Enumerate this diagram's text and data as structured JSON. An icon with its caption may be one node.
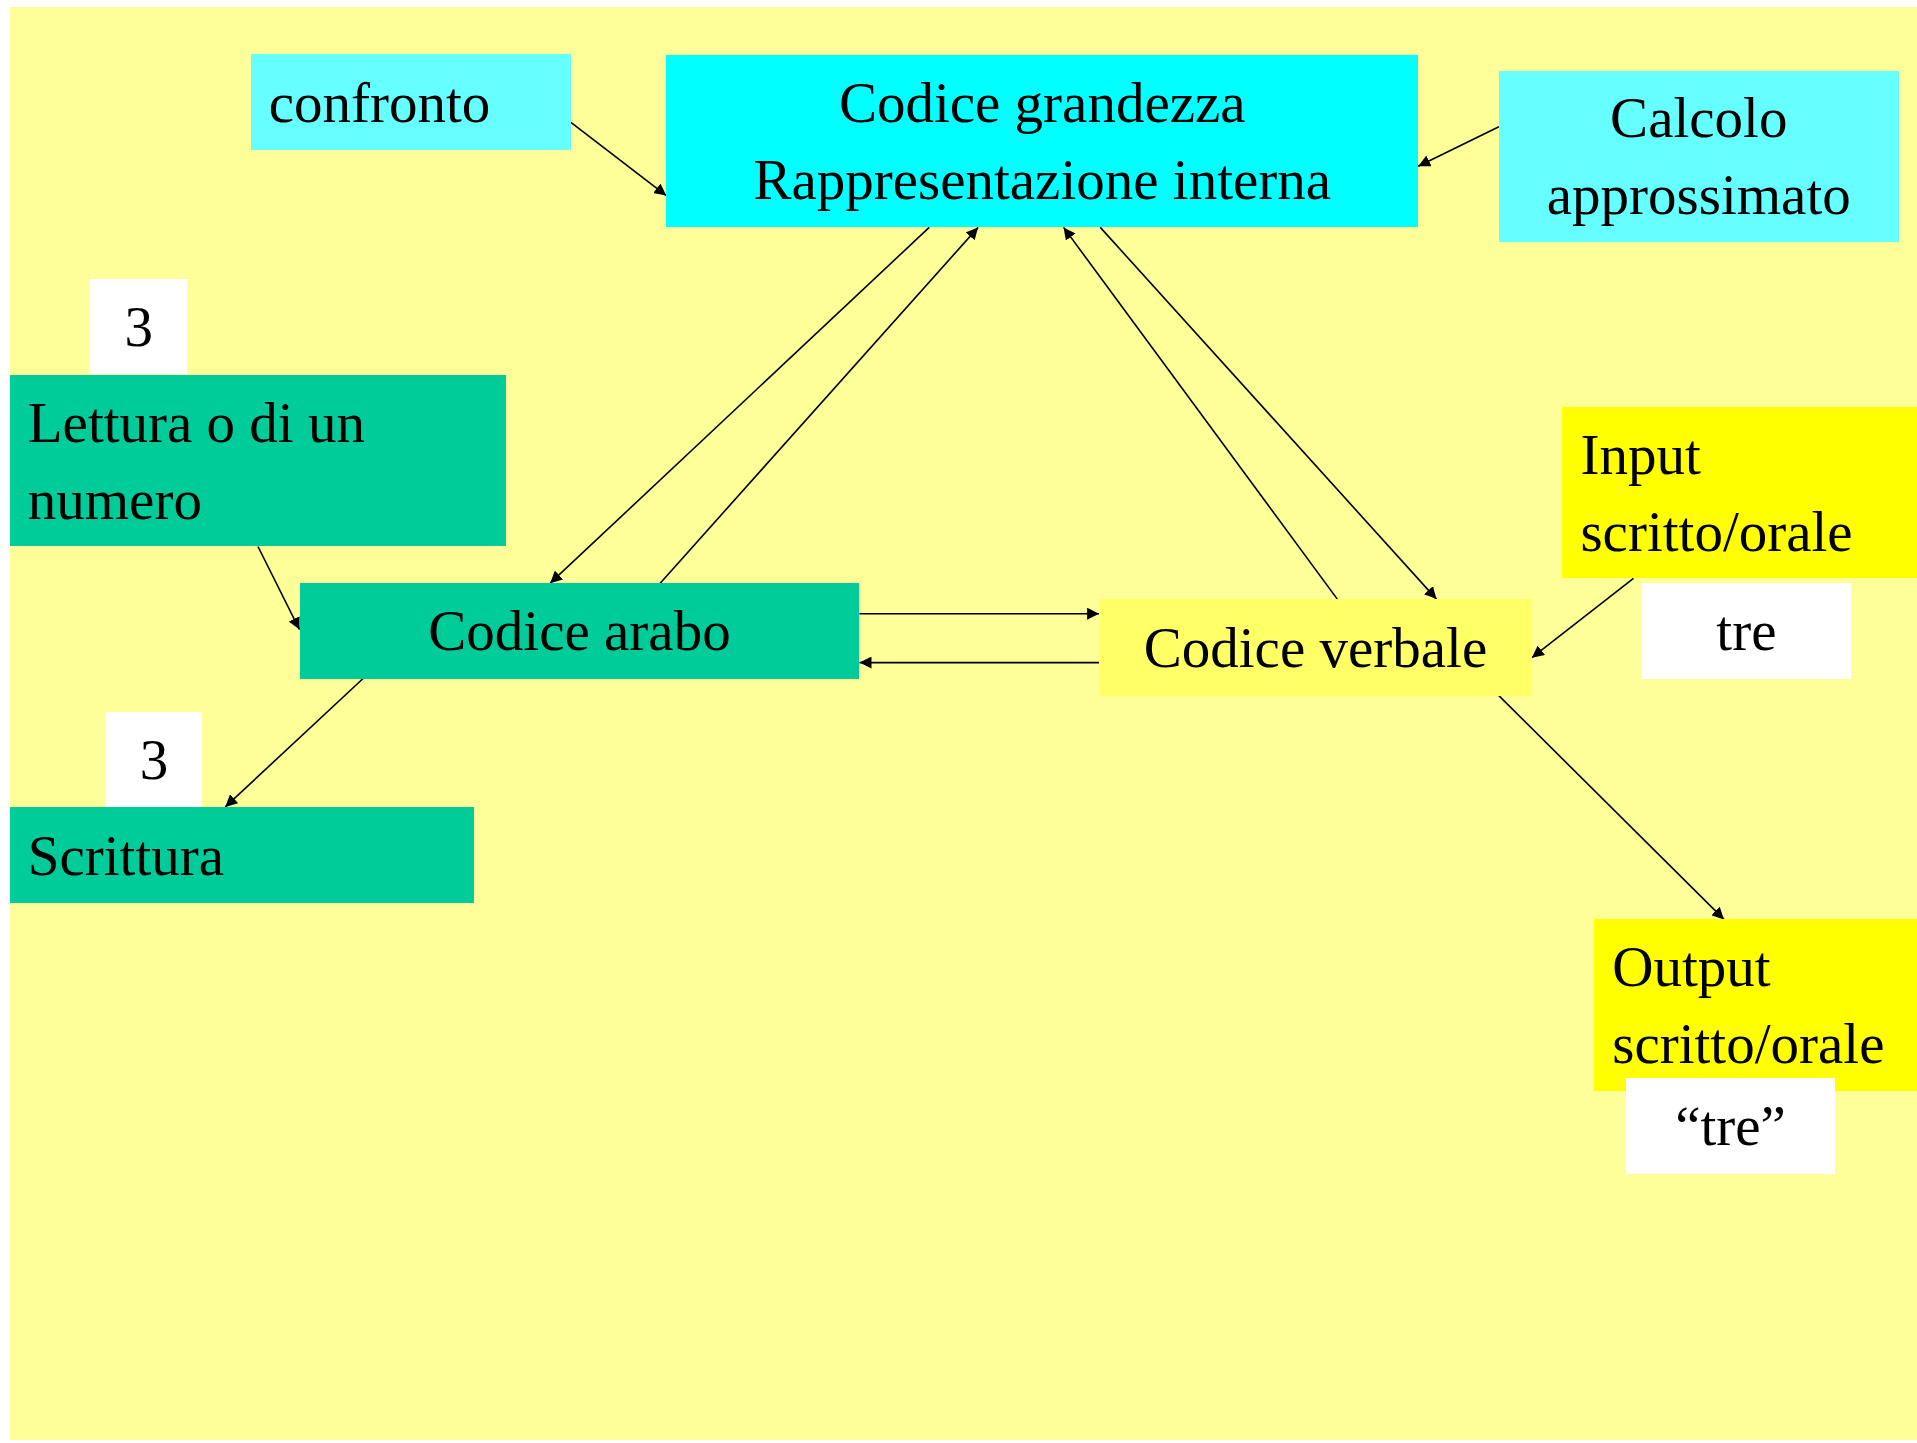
{
  "diagram": {
    "nodes": [
      {
        "text": [
          "confronto"
        ]
      },
      {
        "text": [
          "Codice grandezza Rappresentazione interna"
        ]
      },
      {
        "text": [
          "Calcolo approssimato"
        ]
      },
      {
        "text": [
          "3"
        ]
      },
      {
        "text": [
          "Lettura o di un numero"
        ]
      },
      {
        "text": [
          "Codice arabo"
        ]
      },
      {
        "text": [
          "Input scritto/orale"
        ]
      },
      {
        "text": [
          "tre"
        ]
      },
      {
        "text": [
          "Codice verbale"
        ]
      },
      {
        "text": [
          "3"
        ]
      },
      {
        "text": [
          "Scrittura"
        ]
      },
      {
        "text": [
          "Output scritto/orale"
        ]
      },
      {
        "text": [
          "“tre”"
        ]
      }
    ],
    "edges": [
      {
        "from": 0,
        "to": 1,
        "arrow": "to"
      },
      {
        "from": 2,
        "to": 1,
        "arrow": "to"
      },
      {
        "from": 1,
        "to": 5,
        "arrow": "to"
      },
      {
        "from": 5,
        "to": 1,
        "arrow": "to"
      },
      {
        "from": 8,
        "to": 1,
        "arrow": "to"
      },
      {
        "from": 1,
        "to": 8,
        "arrow": "to"
      },
      {
        "from": 4,
        "to": 5,
        "arrow": "to"
      },
      {
        "from": 5,
        "to": 10,
        "arrow": "to"
      },
      {
        "from": 5,
        "to": 8,
        "arrow": "to"
      },
      {
        "from": 8,
        "to": 5,
        "arrow": "to"
      },
      {
        "from": 6,
        "to": 8,
        "arrow": "to"
      },
      {
        "from": 8,
        "to": 11,
        "arrow": "to"
      }
    ]
  }
}
